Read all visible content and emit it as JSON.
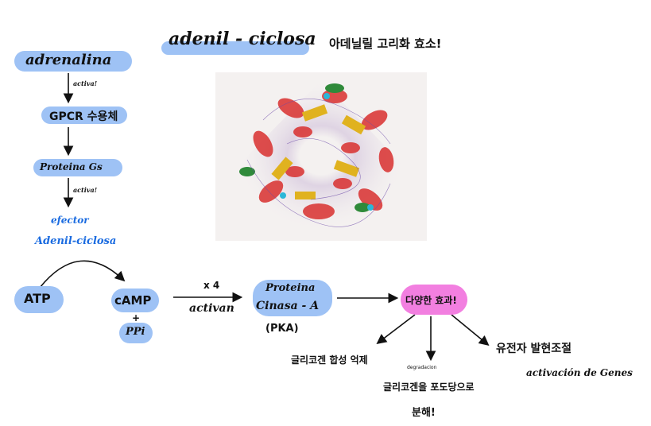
{
  "title": {
    "main": "adenil - ciclosa",
    "korean": "아데닐릴 고리화 효소!"
  },
  "pathway": {
    "adrenalina": "adrenalina",
    "activa1": "activa!",
    "gpcr": "GPCR 수용체",
    "proteina_gs": "Proteina Gs",
    "activa2": "activa!",
    "efector": "efector",
    "adenil_ciclosa": "Adenil-ciclosa",
    "atp": "ATP",
    "camp": "cAMP",
    "plus": "+",
    "ppi": "PPi",
    "x4": "x 4",
    "activan": "activan",
    "proteina": "Proteina",
    "cinasa": "Cinasa - A",
    "pka": "(PKA)",
    "effects": "다양한 효과!"
  },
  "effects": {
    "glycogen_synthesis": "글리코겐 합성 억제",
    "degradacion_label": "degradacion",
    "glycogen_degradation_line1": "글리코겐을 포도당으로",
    "glycogen_degradation_line2": "분해!",
    "gene_regulation": "유전자 발현조절",
    "gene_activation": "activación de Genes"
  },
  "colors": {
    "highlight_blue": "#9ec2f5",
    "highlight_pink": "#f27fe0",
    "text_blue": "#1a6be0"
  }
}
